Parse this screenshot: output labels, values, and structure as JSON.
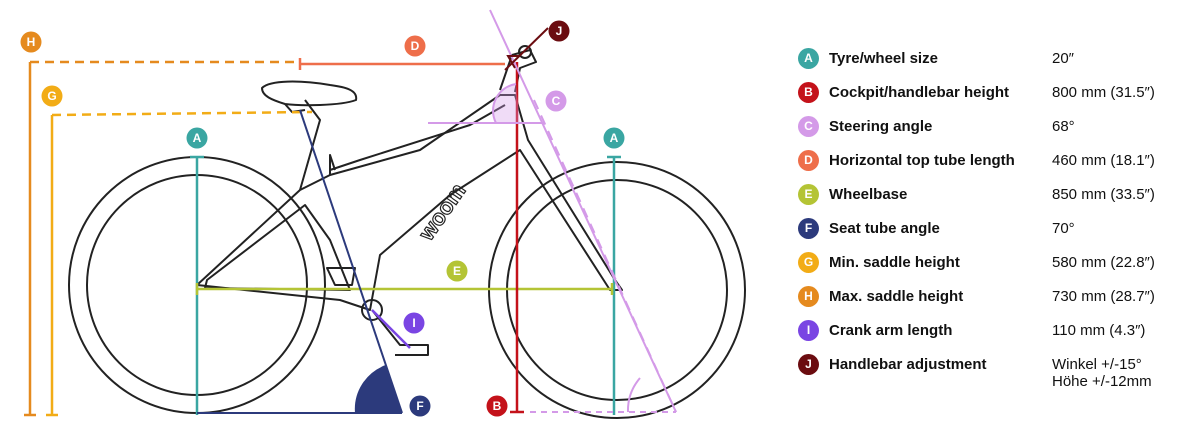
{
  "legend": [
    {
      "letter": "A",
      "label": "Tyre/wheel size",
      "value": "20″",
      "color": "#3aa6a2"
    },
    {
      "letter": "B",
      "label": "Cockpit/handlebar height",
      "value": "800 mm (31.5″)",
      "color": "#c4121a"
    },
    {
      "letter": "C",
      "label": "Steering angle",
      "value": "68°",
      "color": "#d49ae8"
    },
    {
      "letter": "D",
      "label": "Horizontal top tube length",
      "value": "460 mm (18.1″)",
      "color": "#ee6e4a"
    },
    {
      "letter": "E",
      "label": "Wheelbase",
      "value": "850 mm (33.5″)",
      "color": "#b4c435"
    },
    {
      "letter": "F",
      "label": "Seat tube angle",
      "value": "70°",
      "color": "#2c3a7c"
    },
    {
      "letter": "G",
      "label": "Min. saddle height",
      "value": "580 mm (22.8″)",
      "color": "#f2ac16"
    },
    {
      "letter": "H",
      "label": "Max. saddle height",
      "value": "730 mm (28.7″)",
      "color": "#e58a1e"
    },
    {
      "letter": "I",
      "label": "Crank arm length",
      "value": "110 mm (4.3″)",
      "color": "#7a45e3"
    },
    {
      "letter": "J",
      "label": "Handlebar adjustment",
      "value": "Winkel +/-15°",
      "value2": "Höhe +/-12mm",
      "color": "#6b0c10"
    }
  ],
  "diagram": {
    "brand_text": "woom",
    "markers": {
      "A": "A",
      "B": "B",
      "C": "C",
      "D": "D",
      "E": "E",
      "F": "F",
      "G": "G",
      "H": "H",
      "I": "I",
      "J": "J"
    }
  }
}
